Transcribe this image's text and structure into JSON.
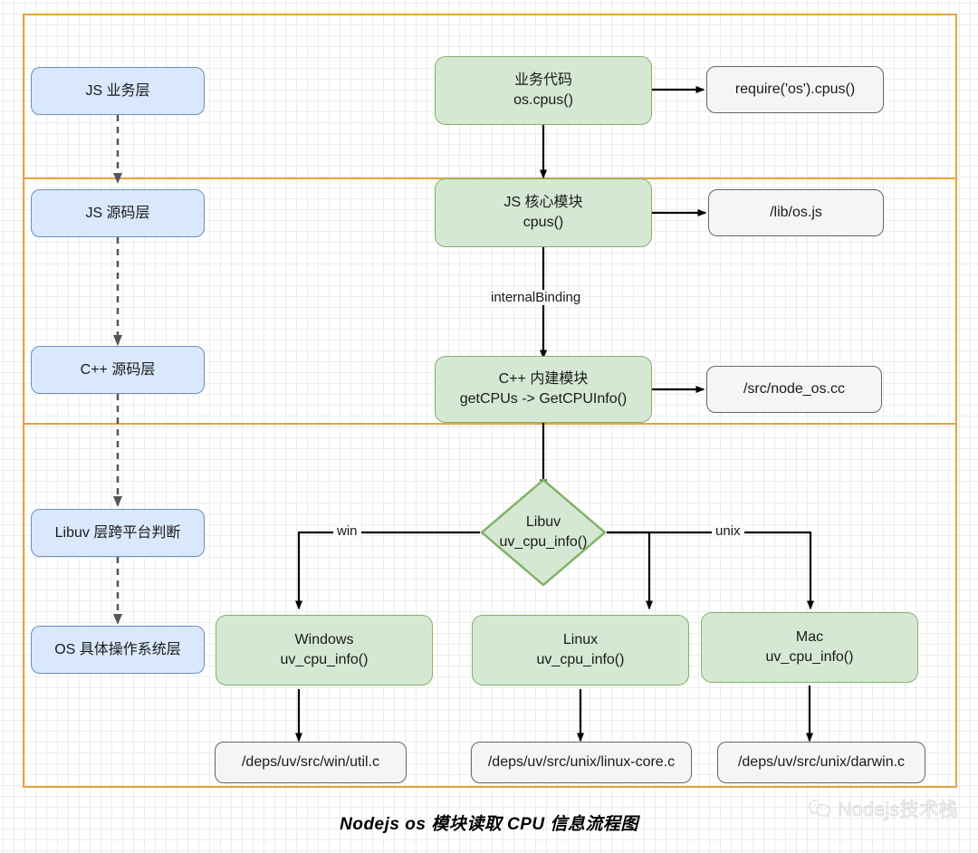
{
  "diagram": {
    "title": "Nodejs os 模块读取 CPU 信息流程图",
    "watermark": {
      "icon": "wechat-icon",
      "text": "Nodejs技术栈"
    },
    "colors": {
      "lane_border": "#e8a33d",
      "layer_fill": "#dae8fc",
      "layer_stroke": "#6c8ebf",
      "process_fill": "#d5e8d4",
      "process_stroke": "#82b366",
      "file_fill": "#f5f5f5",
      "file_stroke": "#666666",
      "connector": "#000000",
      "dashed_connector": "#555555"
    },
    "layers": [
      {
        "id": "js-business",
        "label": "JS 业务层"
      },
      {
        "id": "js-source",
        "label": "JS 源码层"
      },
      {
        "id": "cpp-source",
        "label": "C++ 源码层"
      },
      {
        "id": "libuv-cross-platform",
        "label": "Libuv 层跨平台判断"
      },
      {
        "id": "os-concrete",
        "label": "OS 具体操作系统层"
      }
    ],
    "process_nodes": [
      {
        "id": "business-code",
        "line1": "业务代码",
        "line2": "os.cpus()"
      },
      {
        "id": "js-core-module",
        "line1": "JS 核心模块",
        "line2": "cpus()"
      },
      {
        "id": "cpp-builtin-module",
        "line1": "C++ 内建模块",
        "line2": "getCPUs -> GetCPUInfo()"
      },
      {
        "id": "windows",
        "line1": "Windows",
        "line2": "uv_cpu_info()"
      },
      {
        "id": "linux",
        "line1": "Linux",
        "line2": "uv_cpu_info()"
      },
      {
        "id": "mac",
        "line1": "Mac",
        "line2": "uv_cpu_info()"
      }
    ],
    "decision_node": {
      "id": "libuv-decision",
      "line1": "Libuv",
      "line2": "uv_cpu_info()"
    },
    "file_nodes": [
      {
        "id": "require-os-cpus",
        "label": "require('os').cpus()"
      },
      {
        "id": "lib-os-js",
        "label": "/lib/os.js"
      },
      {
        "id": "src-node-os-cc",
        "label": "/src/node_os.cc"
      },
      {
        "id": "deps-win-util-c",
        "label": "/deps/uv/src/win/util.c"
      },
      {
        "id": "deps-linux-core-c",
        "label": "/deps/uv/src/unix/linux-core.c"
      },
      {
        "id": "deps-darwin-c",
        "label": "/deps/uv/src/unix/darwin.c"
      }
    ],
    "edge_labels": [
      {
        "id": "internal-binding",
        "label": "internalBinding"
      },
      {
        "id": "branch-win",
        "label": "win"
      },
      {
        "id": "branch-unix",
        "label": "unix"
      }
    ]
  }
}
